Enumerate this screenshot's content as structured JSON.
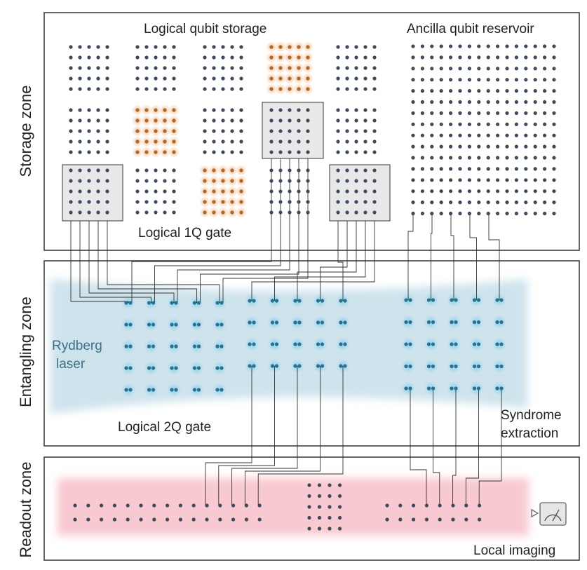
{
  "zones": {
    "storage": "Storage zone",
    "entangling": "Entangling zone",
    "readout": "Readout zone"
  },
  "labels": {
    "logical_storage": "Logical qubit storage",
    "ancilla_reservoir": "Ancilla qubit reservoir",
    "logical_1q": "Logical 1Q gate",
    "rydberg_line1": "Rydberg",
    "rydberg_line2": "laser",
    "logical_2q": "Logical 2Q gate",
    "syndrome_line1": "Syndrome",
    "syndrome_line2": "extraction",
    "local_imaging": "Local imaging"
  },
  "icons": {
    "detector": "camera-detector-icon"
  },
  "colors": {
    "atom": "#3d4a5c",
    "highlighted_atom": "#a86a2e",
    "highlight_glow": "#f5b98a",
    "entangled_atom": "#2f6e8c",
    "rydberg_beam": "#cfe3ec",
    "imaging_beam": "#f8c9d0",
    "gate_box": "#e8e8e8",
    "frame": "#333333"
  }
}
